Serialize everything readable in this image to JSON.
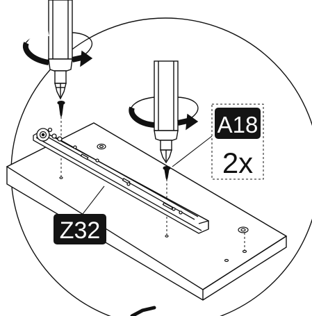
{
  "labels": {
    "part_rail": "Z32",
    "part_screw": "A18",
    "quantity": "2x"
  },
  "colors": {
    "ink": "#111111",
    "badge_fill": "#141414",
    "badge_text": "#ffffff",
    "background": "#ffffff"
  },
  "icons": [
    "screwdriver-icon",
    "rotation-arrow-icon",
    "screw-icon"
  ]
}
